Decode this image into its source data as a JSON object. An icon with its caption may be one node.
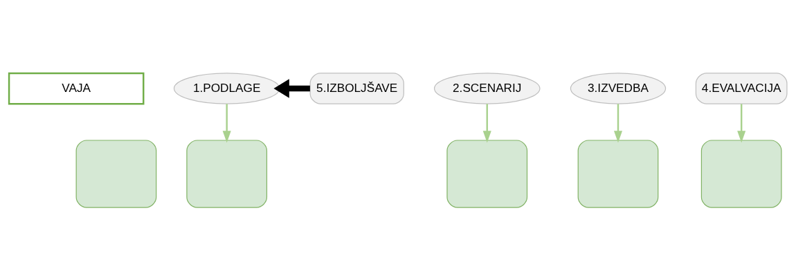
{
  "diagram": {
    "nodes": [
      {
        "text": [
          "VAJA"
        ]
      },
      {
        "text": [],
        "shape": "box"
      },
      {
        "text": [],
        "shape": "box"
      },
      {
        "text": [],
        "shape": "box"
      },
      {
        "text": [],
        "shape": "box"
      },
      {
        "text": [],
        "shape": "box"
      },
      {
        "text": [
          "1.PODLAGE"
        ]
      },
      {
        "text": [
          "2.SCENARIJ"
        ]
      },
      {
        "text": [
          "3.IZVEDBA"
        ]
      },
      {
        "text": [
          "4.EVALVACIJA"
        ]
      },
      {
        "text": [
          "5.IZBOLJŠAVE"
        ]
      }
    ],
    "edges": [
      {
        "from": 6,
        "to": 2,
        "arrow": "to"
      },
      {
        "from": 7,
        "to": 3,
        "arrow": "to"
      },
      {
        "from": 8,
        "to": 4,
        "arrow": "to"
      },
      {
        "from": 9,
        "to": 5,
        "arrow": "to"
      },
      {
        "from": 10,
        "to": 6,
        "arrow": "to",
        "style": "thick",
        "color": "#000000"
      }
    ]
  }
}
